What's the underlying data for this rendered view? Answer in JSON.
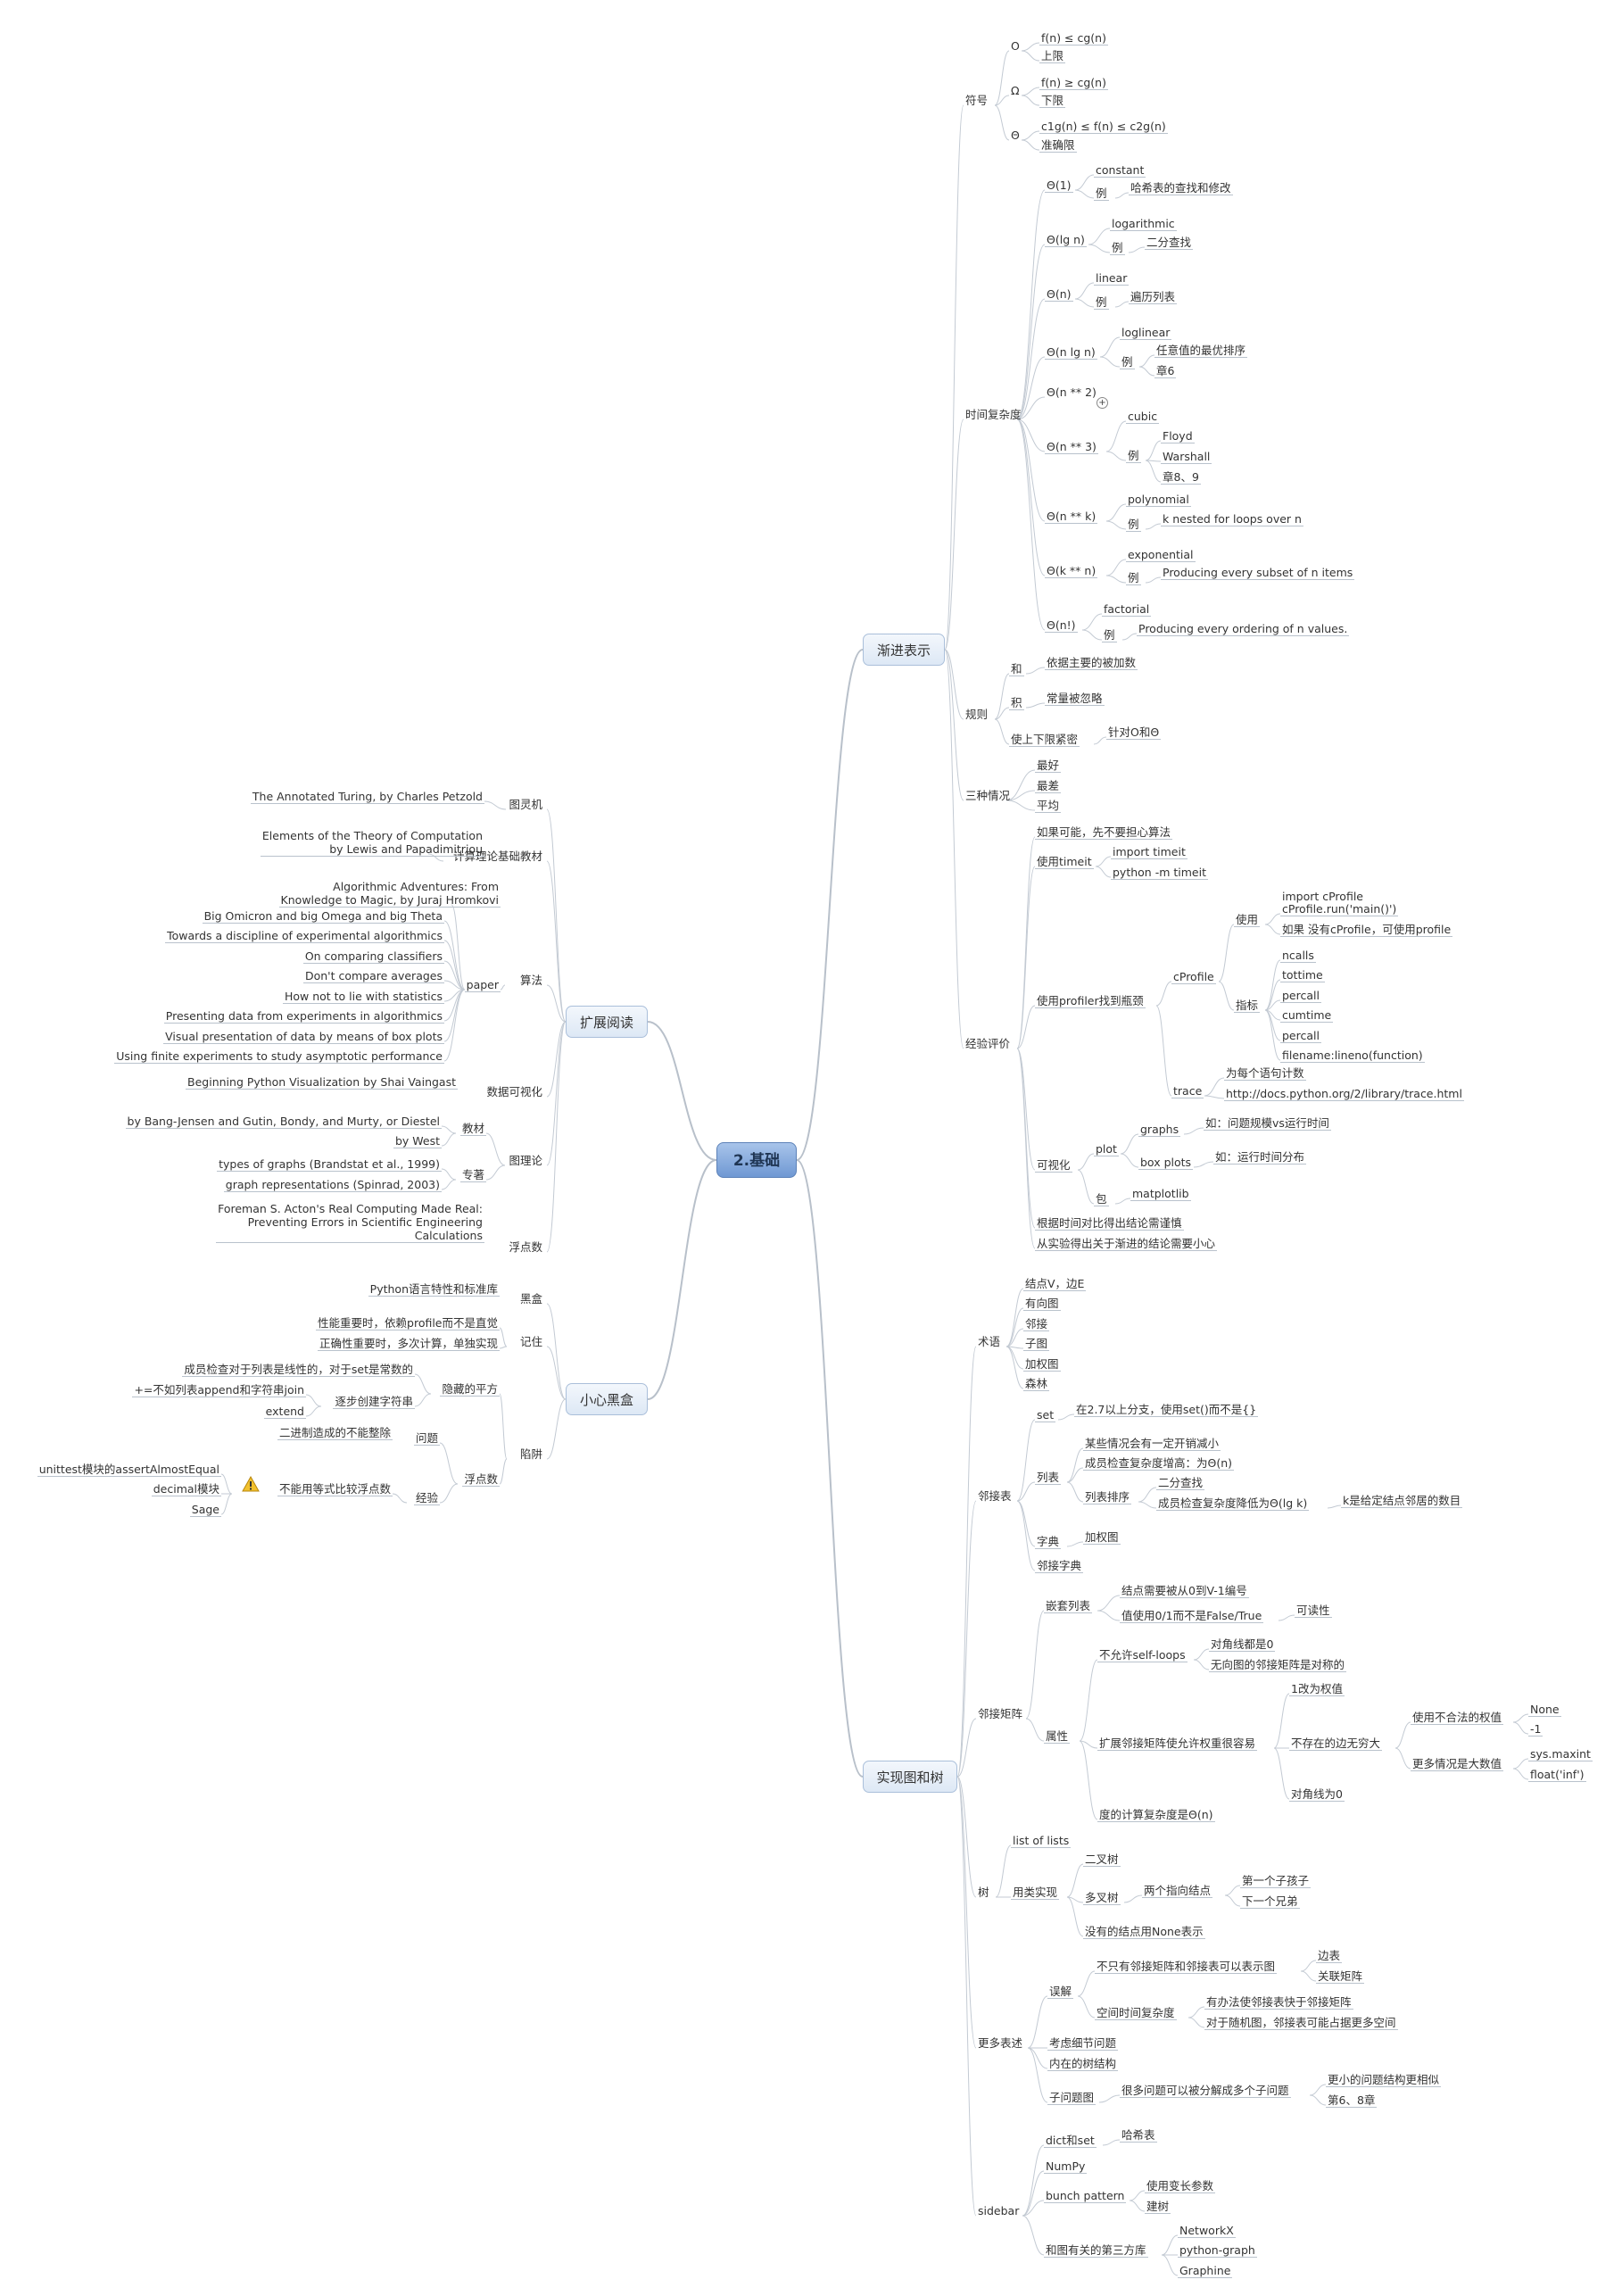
{
  "center": "2.基础",
  "b": {
    "jianjin": "渐进表示",
    "shixian": "实现图和树",
    "kuozhan": "扩展阅读",
    "xiaoxin": "小心黑盒"
  },
  "t": {
    "fuhao": "符号",
    "O": "O",
    "fO": "f(n) ≤ cg(n)",
    "shangxian": "上限",
    "Om": "Ω",
    "fOm": "f(n) ≥ cg(n)",
    "xiaxian": "下限",
    "Th": "Θ",
    "fTh": "c1g(n) ≤ f(n) ≤ c2g(n)",
    "zhunque": "准确限",
    "shijian": "时间复杂度",
    "t1": "Θ(1)",
    "constant": "constant",
    "li": "例",
    "hash": "哈希表的查找和修改",
    "tlg": "Θ(lg n)",
    "logarithmic": "logarithmic",
    "erfen": "二分查找",
    "tn": "Θ(n)",
    "linear": "linear",
    "bianli": "遍历列表",
    "tnlg": "Θ(n lg n)",
    "loglinear": "loglinear",
    "paixu": "任意值的最优排序",
    "zhang6": "章6",
    "tn2": "Θ(n ** 2)",
    "plus": "+",
    "tn3": "Θ(n ** 3)",
    "cubic": "cubic",
    "floyd": "Floyd",
    "warshall": "Warshall",
    "zhang89": "章8、9",
    "tnk": "Θ(n ** k)",
    "polynomial": "polynomial",
    "knested": "k nested for loops over n",
    "tkn": "Θ(k ** n)",
    "exponential": "exponential",
    "subset": "Producing every subset of n items",
    "tnf": "Θ(n!)",
    "factorial": "factorial",
    "ordering": "Producing every ordering of n values.",
    "guize": "规则",
    "he": "和",
    "he1": "依据主要的被加数",
    "ji": "积",
    "ji1": "常量被忽略",
    "shangxia": "使上下限紧密",
    "zhendui": "针对O和Θ",
    "sanzhong": "三种情况",
    "zuihao": "最好",
    "zuicha": "最差",
    "pingjun": "平均",
    "jingyan": "经验评价",
    "ruguo": "如果可能，先不要担心算法",
    "timeit": "使用timeit",
    "importtimeit": "import timeit",
    "pytimeit": "python -m timeit",
    "profiler": "使用profiler找到瓶颈",
    "cprofile": "cProfile",
    "shiyong": "使用",
    "importcp": "import cProfile",
    "cprun": "cProfile.run('main()')",
    "ruguomei": "如果 没有cProfile，可使用profile",
    "zhibiao": "指标",
    "ncalls": "ncalls",
    "tottime": "tottime",
    "percall": "percall",
    "cumtime": "cumtime",
    "percall2": "percall",
    "filename": "filename:lineno(function)",
    "trace": "trace",
    "meige": "为每个语句计数",
    "traceurl": "http://docs.python.org/2/library/trace.html",
    "keshihua": "可视化",
    "plot": "plot",
    "graphs": "graphs",
    "ru1": "如：问题规模vs运行时间",
    "boxplots": "box plots",
    "ru2": "如：运行时间分布",
    "bao": "包",
    "matplotlib": "matplotlib",
    "genju": "根据时间对比得出结论需谨慎",
    "cong": "从实验得出关于渐进的结论需要小心",
    "shuyu": "术语",
    "jiedian": "结点V，边E",
    "youxiang": "有向图",
    "linjie": "邻接",
    "zitu": "子图",
    "jiaquan": "加权图",
    "senlin": "森林",
    "linjiebiao": "邻接表",
    "set": "set",
    "setnote": "在2.7以上分支，使用set()而不是{}",
    "liebiao": "列表",
    "lb1": "某些情况会有一定开销减小",
    "lb2": "成员检查复杂度增高：为Θ(n)",
    "lbpx": "列表排序",
    "erfen2": "二分查找",
    "lbpx2": "成员检查复杂度降低为Θ(lg k)",
    "knote": "k是给定结点邻居的数目",
    "zidian": "字典",
    "jiaquantu": "加权图",
    "linjiezidian": "邻接字典",
    "linjiejuzhen": "邻接矩阵",
    "qiantao": "嵌套列表",
    "qt1": "结点需要被从0到V-1编号",
    "qt2": "值使用0/1而不是False/True",
    "kedu": "可读性",
    "shuxing": "属性",
    "bunx": "不允许self-loops",
    "duijiao": "对角线都是0",
    "wuxiang": "无向图的邻接矩阵是对称的",
    "kuozhan2": "扩展邻接矩阵使允许权重很容易",
    "gai1": "1改为权值",
    "bucunzai": "不存在的边无穷大",
    "buhefa": "使用不合法的权值",
    "none": "None",
    "neg1": "-1",
    "gengduo": "更多情况是大数值",
    "maxint": "sys.maxint",
    "inf": "float('inf')",
    "duijiao0": "对角线为0",
    "du": "度的计算复杂度是Θ(n)",
    "shu": "树",
    "lol": "list of lists",
    "yonglei": "用类实现",
    "erchashu": "二叉树",
    "duocha": "多叉树",
    "liangge": "两个指向结点",
    "diyige": "第一个子孩子",
    "xiayige": "下一个兄弟",
    "meiyou": "没有的结点用None表示",
    "gengduobiaoshu": "更多表述",
    "wujie": "误解",
    "buzhi": "不只有邻接矩阵和邻接表可以表示图",
    "bianbiao": "边表",
    "guanlian": "关联矩阵",
    "kongjian": "空间时间复杂度",
    "youban": "有办法使邻接表快于邻接矩阵",
    "duiyu": "对于随机图，邻接表可能占据更多空间",
    "kaolv": "考虑细节问题",
    "neizai": "内在的树结构",
    "ziwenti": "子问题图",
    "henduo": "很多问题可以被分解成多个子问题",
    "gengxiao": "更小的问题结构更相似",
    "zhang68": "第6、8章",
    "sidebar": "sidebar",
    "dictset": "dict和set",
    "haxibiao": "哈希表",
    "numpy": "NumPy",
    "bunch": "bunch pattern",
    "bianchang": "使用变长参数",
    "jianshu": "建树",
    "hetu": "和图有关的第三方库",
    "networkx": "NetworkX",
    "pygraph": "python-graph",
    "graphine": "Graphine",
    "tulingji": "图灵机",
    "petzold": "The Annotated Turing, by Charles Petzold",
    "jisuan": "计算理论基础教材",
    "elements": "Elements of the Theory of Computation\nby Lewis and Papadimitriou",
    "suanfa": "算法",
    "paper": "paper",
    "adventures": "Algorithmic Adventures: From\nKnowledge to Magic, by Juraj Hromkovi",
    "bigo": "Big Omicron and big Omega and big Theta",
    "towards": "Towards a discipline of experimental algorithmics",
    "comparing": "On comparing classifiers",
    "dont": "Don't compare averages",
    "hownot": "How not to lie with statistics",
    "presenting": "Presenting data from experiments in algorithmics",
    "visual": "Visual presentation of data by means of box plots",
    "usingfinite": "Using finite experiments to study asymptotic performance",
    "shujukeshi": "数据可视化",
    "vaingast": "Beginning Python Visualization by Shai Vaingast",
    "tulun": "图理论",
    "jiaocai": "教材",
    "bangjensen": "by Bang-Jensen and Gutin, Bondy, and Murty, or Diestel",
    "bywest": "by West",
    "zhuanzhu": "专著",
    "brandstat": "types of graphs (Brandstat et al., 1999)",
    "spinrad": "graph representations (Spinrad, 2003)",
    "fudianshu": "浮点数",
    "acton": "Foreman S. Acton's Real Computing Made Real:\nPreventing Errors in Scientific Engineering\nCalculations",
    "heihe": "黑盒",
    "pyyuyan": "Python语言特性和标准库",
    "jizhu": "记住",
    "xingneng": "性能重要时，依赖profile而不是直觉",
    "zhengque": "正确性重要时，多次计算，单独实现",
    "xianjing": "陷阱",
    "yincang": "隐藏的平方",
    "chengyuan": "成员检查对于列表是线性的，对于set是常数的",
    "zhubu": "逐步创建字符串",
    "pluseq": "+=不如列表append和字符串join",
    "extend": "extend",
    "fudian": "浮点数",
    "wenti": "问题",
    "erjinzhi": "二进制造成的不能整除",
    "jingyan2": "经验",
    "budeng": "不能用等式比较浮点数",
    "unittest": "unittest模块的assertAlmostEqual",
    "decimal": "decimal模块",
    "sage": "Sage"
  }
}
